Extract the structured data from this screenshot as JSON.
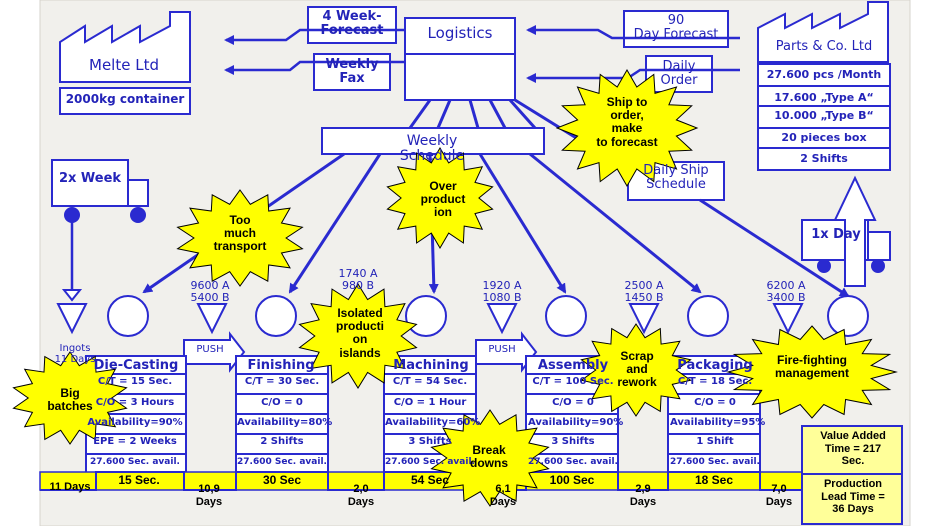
{
  "colors": {
    "line": "#2a2ad0",
    "text": "#2323b8",
    "box_fill": "#ffffff",
    "yellow": "#ffff00",
    "pale_yellow": "#ffff99",
    "background": "#f1f0ec"
  },
  "logistics": {
    "title": "Logistics"
  },
  "forecasts": {
    "four_week": "4 Week-\nForecast",
    "weekly_fax": "Weekly\nFax",
    "ninety_day": "90\nDay Forecast",
    "daily_order": "Daily\nOrder"
  },
  "supplier": {
    "name": "Melte Ltd",
    "container": "2000kg container",
    "frequency": "2x Week",
    "inventory": "Ingots\n11 Days"
  },
  "customer": {
    "name": "Parts & Co. Ltd",
    "rows": [
      "27.600 pcs /Month",
      "17.600 „Type A“",
      "10.000 „Type B“",
      "20 pieces box",
      "2 Shifts"
    ],
    "frequency": "1x Day"
  },
  "schedules": {
    "weekly": "Weekly\nSchedule",
    "daily_ship": "Daily Ship\nSchedule"
  },
  "push_label": "PUSH",
  "processes": [
    {
      "name": "Die-Casting",
      "rows": [
        "C/T = 15 Sec.",
        "C/O = 3 Hours",
        "Availability=90%",
        "EPE = 2 Weeks",
        "27.600 Sec. avail."
      ]
    },
    {
      "name": "Finishing",
      "rows": [
        "C/T = 30 Sec.",
        "C/O = 0",
        "Availability=80%",
        "2 Shifts",
        "27.600 Sec. avail."
      ]
    },
    {
      "name": "Machining",
      "rows": [
        "C/T = 54 Sec.",
        "C/O = 1 Hour",
        "Availability=60%",
        "3 Shifts",
        "27.600 Sec. avail."
      ]
    },
    {
      "name": "Assembly",
      "rows": [
        "C/T = 100 Sec.",
        "C/O = 0",
        "Availability=90%",
        "3 Shifts",
        "27.600 Sec. avail."
      ]
    },
    {
      "name": "Packaging",
      "rows": [
        "C/T = 18 Sec.",
        "C/O = 0",
        "Availability=95%",
        "1 Shift",
        "27.600 Sec. avail."
      ]
    }
  ],
  "inventories": [
    "9600 A\n5400 B",
    "1740 A\n980 B",
    "1920 A\n1080 B",
    "2500 A\n1450 B",
    "6200 A\n3400 B"
  ],
  "timeline": {
    "lead_days": [
      "11 Days",
      "10,9\nDays",
      "2,0\nDays",
      "6,1\nDays",
      "2,9\nDays",
      "7,0\nDays"
    ],
    "process_times": [
      "15 Sec.",
      "30 Sec",
      "54 Sec",
      "100 Sec",
      "18 Sec"
    ],
    "value_added": "Value Added\nTime = 217\nSec.",
    "production_lead": "Production\nLead Time =\n36 Days"
  },
  "bursts": {
    "ship_to_order": "Ship to\norder,\nmake\nto forecast",
    "too_much_transport": "Too\nmuch\ntransport",
    "over_production": "Over\nproduct\nion",
    "isolated": "Isolated\nproducti\non\nislands",
    "big_batches": "Big\nbatches",
    "scrap": "Scrap\nand\nrework",
    "fire_fighting": "Fire-fighting\nmanagement",
    "break_downs": "Break\ndowns"
  }
}
